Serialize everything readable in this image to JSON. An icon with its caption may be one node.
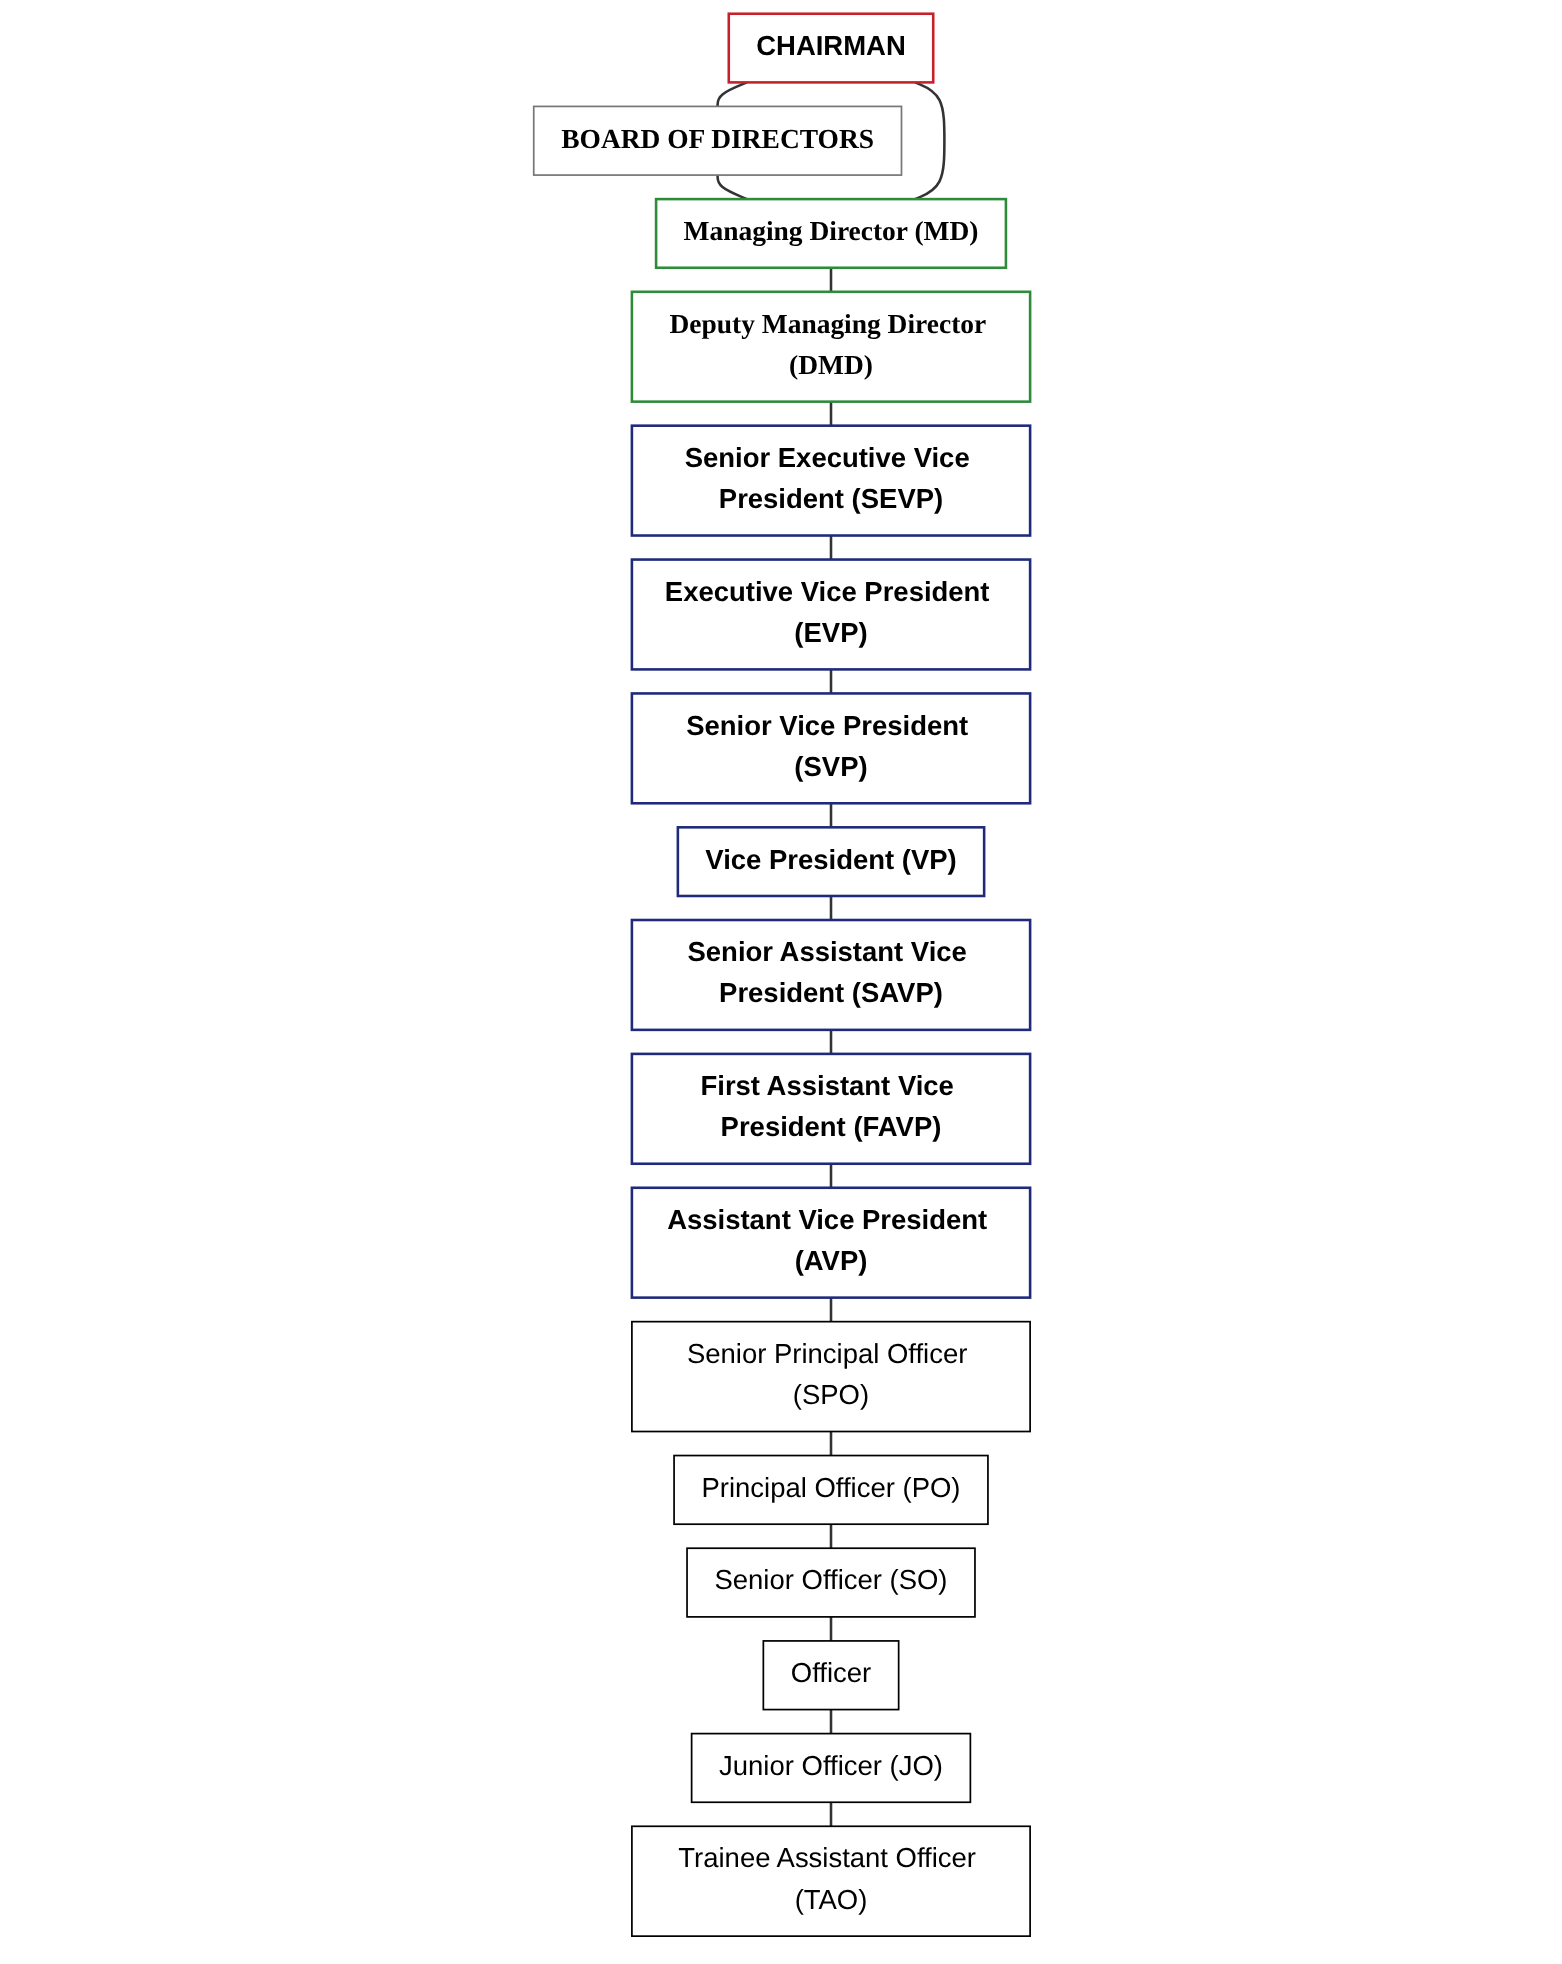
{
  "diagram": {
    "nodes": [
      {
        "text": [
          "CHAIRMAN"
        ]
      },
      {
        "text": [
          "BOARD OF DIRECTORS"
        ]
      },
      {
        "text": [
          "Managing Director (MD)"
        ]
      },
      {
        "text": [
          "Deputy Managing Director (DMD)"
        ]
      },
      {
        "text": [
          "Senior Executive Vice President (SEVP)"
        ]
      },
      {
        "text": [
          "Executive Vice President (EVP)"
        ]
      },
      {
        "text": [
          "Senior Vice President (SVP)"
        ]
      },
      {
        "text": [
          "Vice President (VP)"
        ]
      },
      {
        "text": [
          "Senior Assistant Vice President (SAVP)"
        ]
      },
      {
        "text": [
          "First Assistant Vice President (FAVP)"
        ]
      },
      {
        "text": [
          "Assistant Vice President (AVP)"
        ]
      },
      {
        "text": [
          "Senior Principal Officer (SPO)"
        ]
      },
      {
        "text": [
          "Principal Officer (PO)"
        ]
      },
      {
        "text": [
          "Senior Officer (SO)"
        ]
      },
      {
        "text": [
          "Officer"
        ]
      },
      {
        "text": [
          "Junior Officer (JO)"
        ]
      },
      {
        "text": [
          "Trainee Assistant Officer (TAO)"
        ]
      }
    ],
    "edges": [
      {
        "from": 0,
        "to": 1,
        "arrow": "none"
      },
      {
        "from": 1,
        "to": 2,
        "arrow": "none"
      },
      {
        "from": 0,
        "to": 2,
        "arrow": "none"
      },
      {
        "from": 2,
        "to": 3,
        "arrow": "none"
      },
      {
        "from": 3,
        "to": 4,
        "arrow": "none"
      },
      {
        "from": 4,
        "to": 5,
        "arrow": "none"
      },
      {
        "from": 5,
        "to": 6,
        "arrow": "none"
      },
      {
        "from": 6,
        "to": 7,
        "arrow": "none"
      },
      {
        "from": 7,
        "to": 8,
        "arrow": "none"
      },
      {
        "from": 8,
        "to": 9,
        "arrow": "none"
      },
      {
        "from": 9,
        "to": 10,
        "arrow": "none"
      },
      {
        "from": 10,
        "to": 11,
        "arrow": "none"
      },
      {
        "from": 11,
        "to": 12,
        "arrow": "none"
      },
      {
        "from": 12,
        "to": 13,
        "arrow": "none"
      },
      {
        "from": 13,
        "to": 14,
        "arrow": "none"
      },
      {
        "from": 14,
        "to": 15,
        "arrow": "none"
      },
      {
        "from": 15,
        "to": 16,
        "arrow": "none"
      }
    ]
  }
}
